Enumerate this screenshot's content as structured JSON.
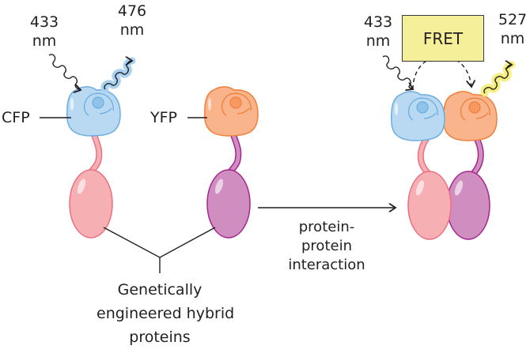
{
  "left": {
    "excitation": {
      "value": "433",
      "unit": "nm"
    },
    "emission": {
      "value": "476",
      "unit": "nm"
    },
    "donor_label": "CFP",
    "acceptor_label": "YFP"
  },
  "middle": {
    "arrow_label": [
      "protein-",
      "protein",
      "interaction"
    ]
  },
  "bottom": {
    "caption": [
      "Genetically",
      "engineered hybrid",
      "proteins"
    ]
  },
  "right": {
    "excitation": {
      "value": "433",
      "unit": "nm"
    },
    "emission": {
      "value": "527",
      "unit": "nm"
    },
    "fret_label": "FRET"
  },
  "colors": {
    "cfp_fill": "#b9d8f2",
    "cfp_stroke": "#6aaee0",
    "yfp_fill": "#f9b48c",
    "yfp_stroke": "#ef7f3a",
    "pink_fill": "#f6b0b4",
    "pink_stroke": "#ec6f82",
    "purple_fill": "#d08dc0",
    "purple_stroke": "#a5268f",
    "fret_box": "#f5ef9a",
    "cyan_glow": "#a8d2f0",
    "yellow_glow": "#f5ef80"
  }
}
